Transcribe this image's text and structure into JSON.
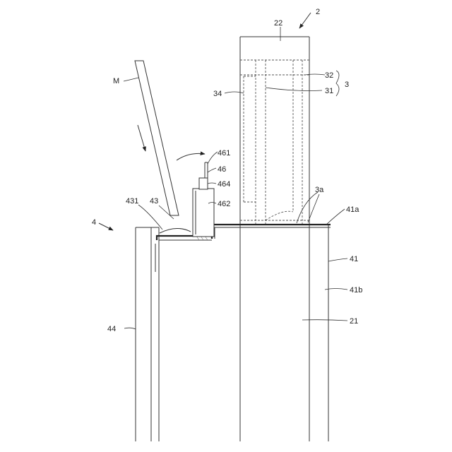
{
  "labels": {
    "l2": "2",
    "l22": "22",
    "l3": "3",
    "l32": "32",
    "l31": "31",
    "l34": "34",
    "lM": "M",
    "l461": "461",
    "l46": "46",
    "l464": "464",
    "l462": "462",
    "l3a": "3a",
    "l41a": "41a",
    "l431": "431",
    "l43": "43",
    "l4": "4",
    "l41": "41",
    "l41b": "41b",
    "l21": "21",
    "l44": "44"
  },
  "colors": {
    "line": "#333333",
    "background": "#ffffff"
  }
}
